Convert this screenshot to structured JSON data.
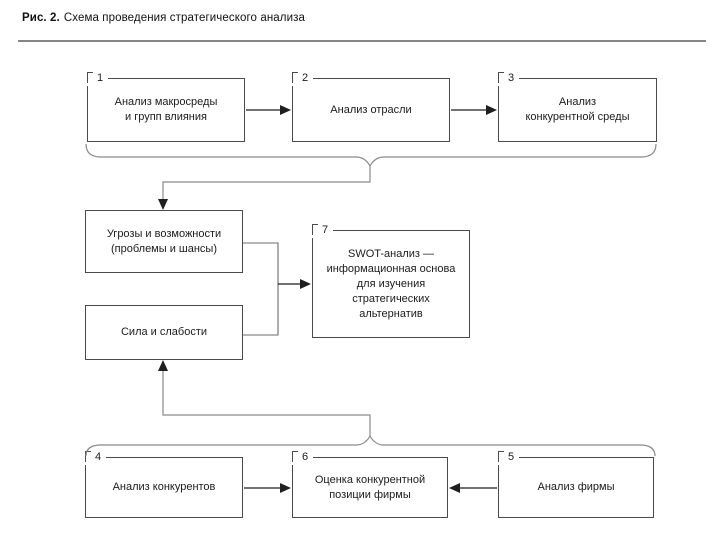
{
  "figure_caption": {
    "label": "Рис. 2.",
    "title": "Схема проведения стратегического анализа"
  },
  "boxes": {
    "macro": {
      "number": "1",
      "label": "Анализ макросреды\nи групп влияния"
    },
    "industry": {
      "number": "2",
      "label": "Анализ отрасли"
    },
    "competitive_env": {
      "number": "3",
      "label": "Анализ\nконкурентной среды"
    },
    "threats": {
      "label": "Угрозы и возможности\n(проблемы и шансы)"
    },
    "strengths": {
      "label": "Сила и слабости"
    },
    "swot": {
      "number": "7",
      "label": "SWOT-анализ —\nинформационная основа\nдля изучения\nстратегических\nальтернатив"
    },
    "competitors": {
      "number": "4",
      "label": "Анализ конкурентов"
    },
    "position": {
      "number": "6",
      "label": "Оценка конкурентной\nпозиции фирмы"
    },
    "firm": {
      "number": "5",
      "label": "Анализ фирмы"
    }
  },
  "colors": {
    "background": "#ffffff",
    "box_border": "#4a4a4a",
    "text": "#1b1b1b",
    "connector_line": "#8a8a8a",
    "stub_line": "#6b6b6b",
    "arrow": "#1f1f1f",
    "caption_rule": "#858585"
  }
}
